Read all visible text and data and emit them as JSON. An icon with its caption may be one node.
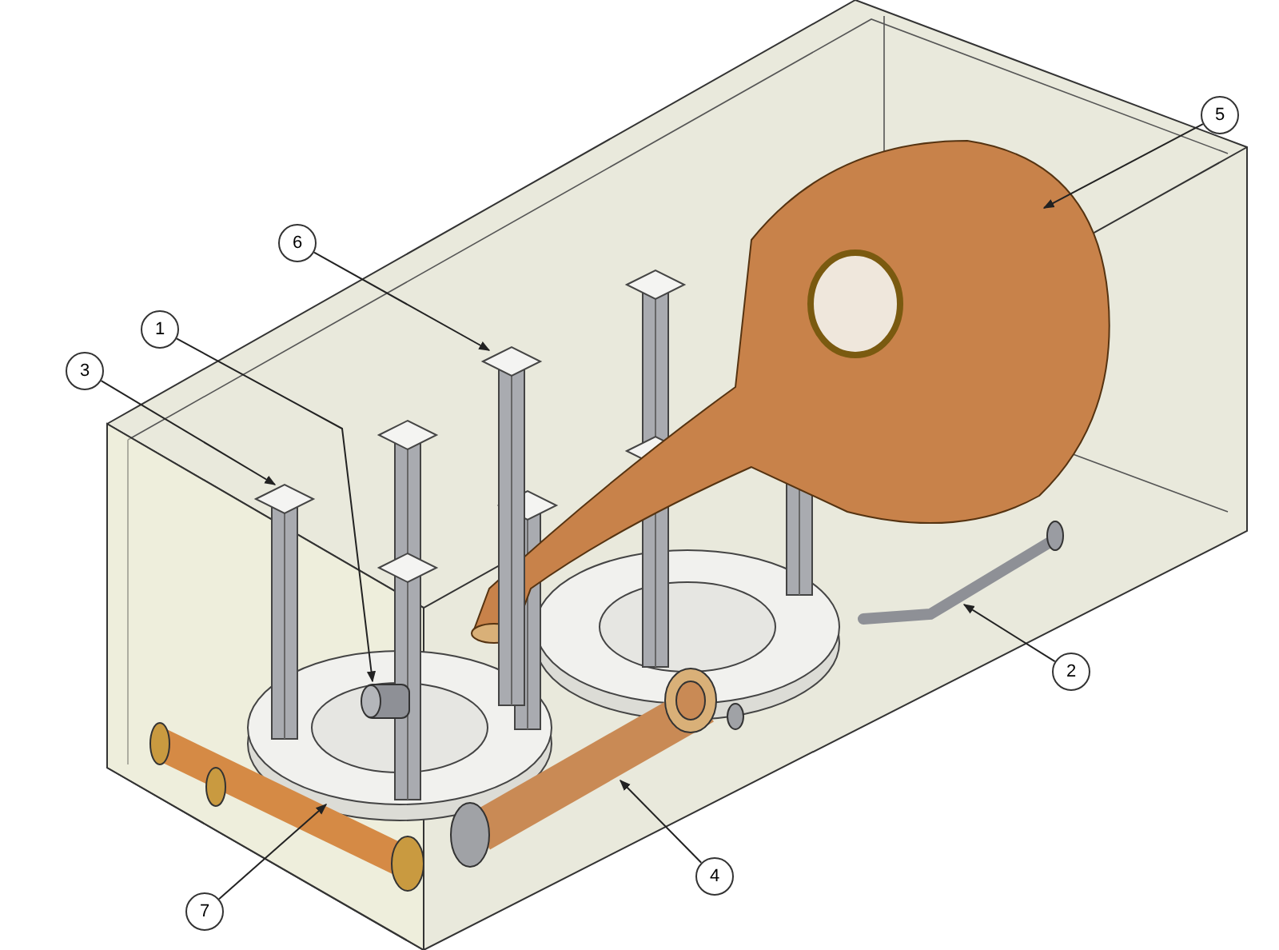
{
  "diagram": {
    "nodes": [
      {
        "text": [
          "1"
        ]
      },
      {
        "text": [
          "2"
        ]
      },
      {
        "text": [
          "3"
        ]
      },
      {
        "text": [
          "4"
        ]
      },
      {
        "text": [
          "5"
        ]
      },
      {
        "text": [
          "6"
        ]
      },
      {
        "text": [
          "7"
        ]
      },
      {
        "text": [],
        "shape": "picture"
      },
      {
        "text": [],
        "shape": "picture"
      },
      {
        "text": [],
        "shape": "picture"
      },
      {
        "text": [],
        "shape": "picture"
      },
      {
        "text": [],
        "shape": "picture"
      },
      {
        "text": [],
        "shape": "picture"
      },
      {
        "text": [],
        "shape": "picture"
      }
    ],
    "edges": [
      {
        "from": 0,
        "to": 7,
        "arrow": "to"
      },
      {
        "from": 1,
        "to": 8,
        "arrow": "to"
      },
      {
        "from": 2,
        "to": 9,
        "arrow": "to"
      },
      {
        "from": 3,
        "to": 10,
        "arrow": "to"
      },
      {
        "from": 4,
        "to": 11,
        "arrow": "to"
      },
      {
        "from": 5,
        "to": 12,
        "arrow": "to"
      },
      {
        "from": 6,
        "to": 13,
        "arrow": "to"
      }
    ]
  }
}
